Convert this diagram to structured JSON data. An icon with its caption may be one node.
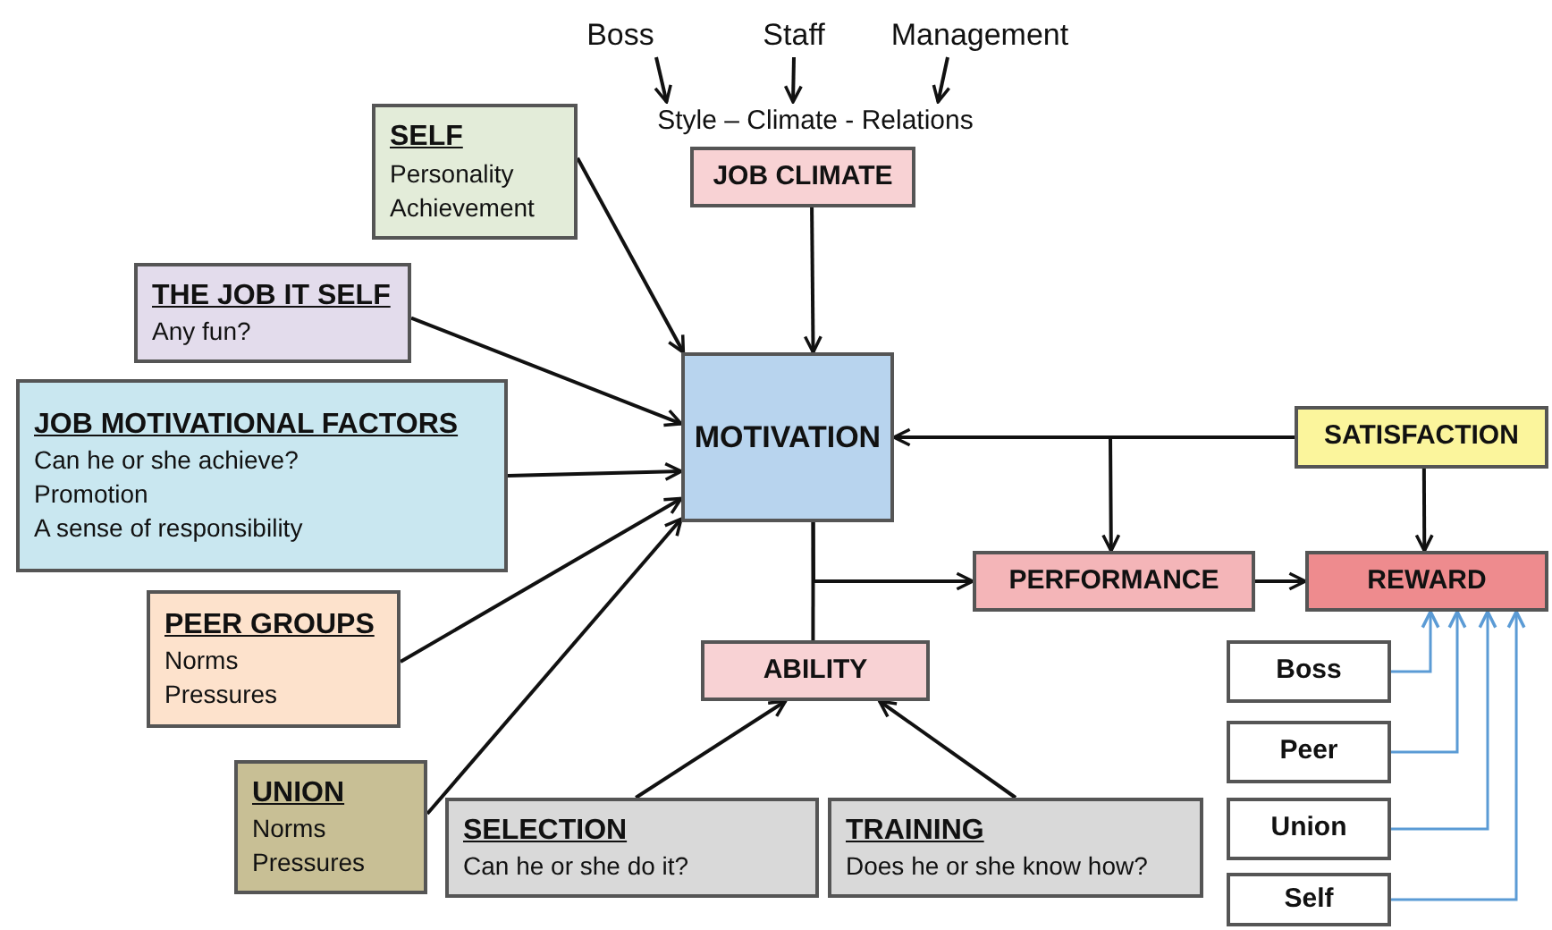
{
  "diagram": {
    "nodes": [
      {
        "text": [
          "Boss"
        ]
      },
      {
        "text": [
          "Staff"
        ]
      },
      {
        "text": [
          "Management"
        ]
      },
      {
        "text": [
          "Style – Climate - Relations"
        ]
      },
      {
        "text": [
          "JOB CLIMATE"
        ]
      },
      {
        "text": [
          "SELF",
          "Personality",
          "Achievement"
        ]
      },
      {
        "text": [
          "THE JOB IT SELF",
          "Any fun?"
        ]
      },
      {
        "text": [
          "JOB MOTIVATIONAL FACTORS",
          "Can he or she achieve?",
          "Promotion",
          "A sense of responsibility"
        ]
      },
      {
        "text": [
          "MOTIVATION"
        ]
      },
      {
        "text": [
          "SATISFACTION"
        ]
      },
      {
        "text": [
          "PERFORMANCE"
        ]
      },
      {
        "text": [
          "REWARD"
        ]
      },
      {
        "text": [
          "PEER GROUPS",
          "Norms",
          "Pressures"
        ]
      },
      {
        "text": [
          "ABILITY"
        ]
      },
      {
        "text": [
          "UNION",
          "Norms",
          "Pressures"
        ]
      },
      {
        "text": [
          "SELECTION",
          "Can he or she do it?"
        ]
      },
      {
        "text": [
          "TRAINING",
          "Does he or she know how?"
        ]
      },
      {
        "text": [
          "Boss"
        ]
      },
      {
        "text": [
          "Peer"
        ]
      },
      {
        "text": [
          "Union"
        ]
      },
      {
        "text": [
          "Self"
        ]
      }
    ],
    "edges": [
      {
        "from": 0,
        "to": 3,
        "arrow": "to"
      },
      {
        "from": 1,
        "to": 3,
        "arrow": "to"
      },
      {
        "from": 2,
        "to": 3,
        "arrow": "to"
      },
      {
        "from": 4,
        "to": 8,
        "arrow": "to"
      },
      {
        "from": 5,
        "to": 8,
        "arrow": "to"
      },
      {
        "from": 6,
        "to": 8,
        "arrow": "to"
      },
      {
        "from": 7,
        "to": 8,
        "arrow": "to"
      },
      {
        "from": 12,
        "to": 8,
        "arrow": "to"
      },
      {
        "from": 14,
        "to": 8,
        "arrow": "to"
      },
      {
        "from": 9,
        "to": 8,
        "arrow": "to"
      },
      {
        "from": 9,
        "to": 10,
        "arrow": "to"
      },
      {
        "from": 9,
        "to": 11,
        "arrow": "to"
      },
      {
        "from": 8,
        "to": 10,
        "arrow": "to"
      },
      {
        "from": 8,
        "to": 13,
        "arrow": "none"
      },
      {
        "from": 15,
        "to": 13,
        "arrow": "to"
      },
      {
        "from": 16,
        "to": 13,
        "arrow": "to"
      },
      {
        "from": 10,
        "to": 11,
        "arrow": "to"
      },
      {
        "from": 17,
        "to": 11,
        "arrow": "to",
        "color": "#5b9bd5"
      },
      {
        "from": 18,
        "to": 11,
        "arrow": "to",
        "color": "#5b9bd5"
      },
      {
        "from": 19,
        "to": 11,
        "arrow": "to",
        "color": "#5b9bd5"
      },
      {
        "from": 20,
        "to": 11,
        "arrow": "to",
        "color": "#5b9bd5"
      }
    ]
  }
}
